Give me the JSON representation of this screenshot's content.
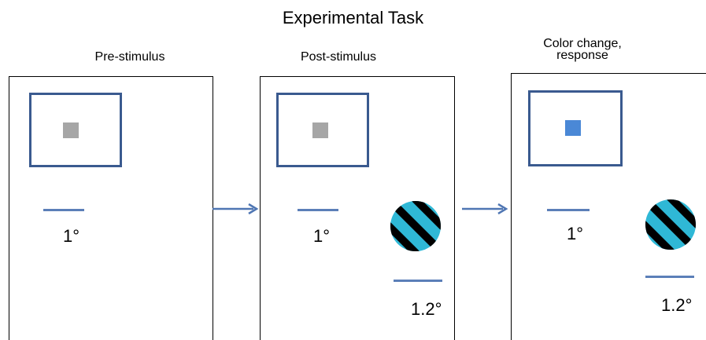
{
  "title": "Experimental Task",
  "panels": [
    {
      "label": "Pre-stimulus",
      "scale_label": "1°"
    },
    {
      "label": "Post-stimulus",
      "scale_label": "1°",
      "grating_scale_label": "1.2°"
    },
    {
      "label": "Color change,\nresponse",
      "scale_label": "1°",
      "grating_scale_label": "1.2°"
    }
  ],
  "colors": {
    "cue_box_border": "#3a5a8f",
    "fixation_gray": "#a6a6a6",
    "fixation_changed": "#4a88d6",
    "scale_bar": "#5b7fb8",
    "arrow": "#4f76b3",
    "grating_light": "#2fb8d6",
    "grating_dark": "#000000"
  },
  "icons": [
    "arrow-right-icon",
    "grating-stimulus-icon"
  ]
}
